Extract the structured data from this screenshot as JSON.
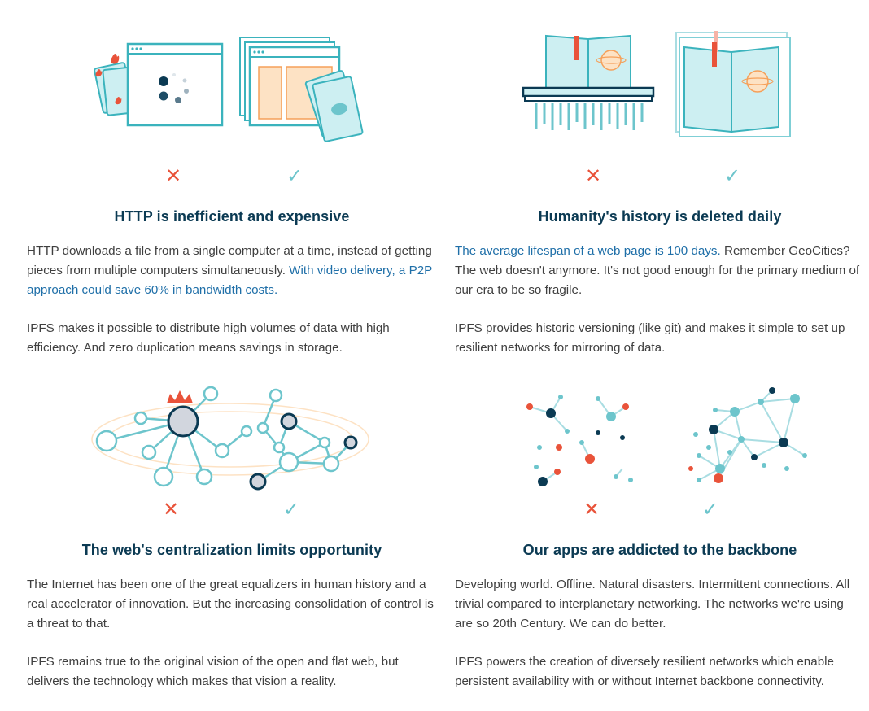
{
  "cards": [
    {
      "title": "HTTP is inefficient and expensive",
      "p1_plain": "HTTP downloads a file from a single computer at a time, instead of getting pieces from multiple computers simultaneously. ",
      "p1_link": "With video delivery, a P2P approach could save 60% in bandwidth costs.",
      "p2": "IPFS makes it possible to distribute high volumes of data with high efficiency. And zero duplication means savings in storage.",
      "bad_mark": "✕",
      "good_mark": "✓"
    },
    {
      "title": "Humanity's history is deleted daily",
      "p1_link": "The average lifespan of a web page is 100 days.",
      "p1_plain": " Remember GeoCities? The web doesn't anymore. It's not good enough for the primary medium of our era to be so fragile.",
      "p2": "IPFS provides historic versioning (like git) and makes it simple to set up resilient networks for mirroring of data.",
      "bad_mark": "✕",
      "good_mark": "✓"
    },
    {
      "title": "The web's centralization limits opportunity",
      "p1_plain": "The Internet has been one of the great equalizers in human history and a real accelerator of innovation. But the increasing consolidation of control is a threat to that.",
      "p2": "IPFS remains true to the original vision of the open and flat web, but delivers the technology which makes that vision a reality.",
      "bad_mark": "✕",
      "good_mark": "✓"
    },
    {
      "title": "Our apps are addicted to the backbone",
      "p1_plain": "Developing world. Offline. Natural disasters. Intermittent connections. All trivial compared to interplanetary networking. The networks we're using are so 20th Century. We can do better.",
      "p2": "IPFS powers the creation of diversely resilient networks which enable persistent availability with or without Internet backbone connectivity.",
      "bad_mark": "✕",
      "good_mark": "✓"
    }
  ],
  "colors": {
    "navy": "#0b3a53",
    "teal": "#6dc5cc",
    "teal_light": "#cdeff2",
    "orange": "#e9533a",
    "peach": "#fde2c4",
    "link": "#1f6fa8"
  }
}
